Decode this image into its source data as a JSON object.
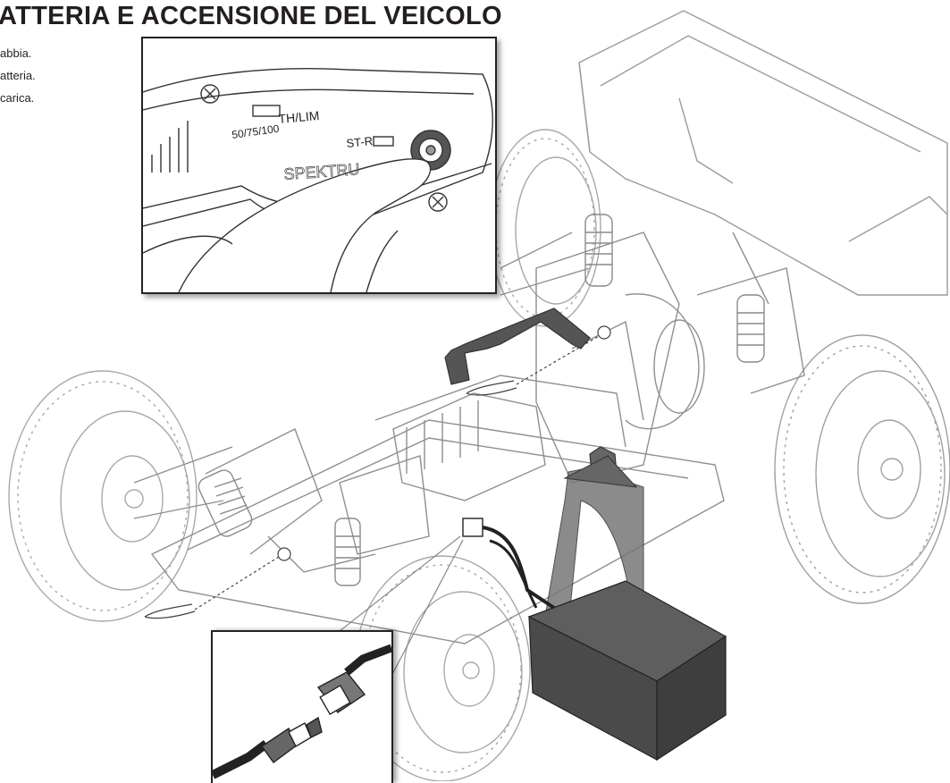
{
  "title": "ATTERIA E ACCENSIONE DEL VEICOLO",
  "steps": [
    "abbia.",
    "atteria.",
    "carica."
  ],
  "inset_switch": {
    "label_throttle_limit": "TH/LIM",
    "label_throttle_values": "50/75/100",
    "label_steering_reverse": "ST-R",
    "brand_text": "SPEKTRU"
  },
  "colors": {
    "line": "#8a8a8a",
    "battery": "#4a4a4a",
    "strap": "#555555",
    "arrow": "#6b6b6b"
  }
}
